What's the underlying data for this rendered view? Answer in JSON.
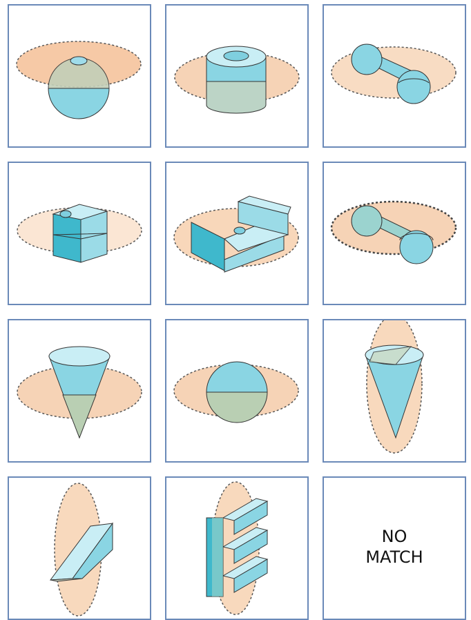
{
  "tiles": [
    {
      "shape": "sphere"
    },
    {
      "shape": "ring"
    },
    {
      "shape": "dumbbell"
    },
    {
      "shape": "cube"
    },
    {
      "shape": "u-block"
    },
    {
      "shape": "dumbbell"
    },
    {
      "shape": "cone"
    },
    {
      "shape": "sphere"
    },
    {
      "shape": "cone"
    },
    {
      "shape": "wedge"
    },
    {
      "shape": "e-block"
    },
    {
      "shape": "none",
      "label_line1": "NO",
      "label_line2": "MATCH"
    }
  ],
  "colors": {
    "tile_border": "#6a89b8",
    "shape_fill": "#7fd3e2",
    "shape_light": "#c9edf4",
    "shape_dark": "#3fb8cc",
    "plane_fill": "#f7d9bf",
    "plane_stroke": "#555555"
  }
}
